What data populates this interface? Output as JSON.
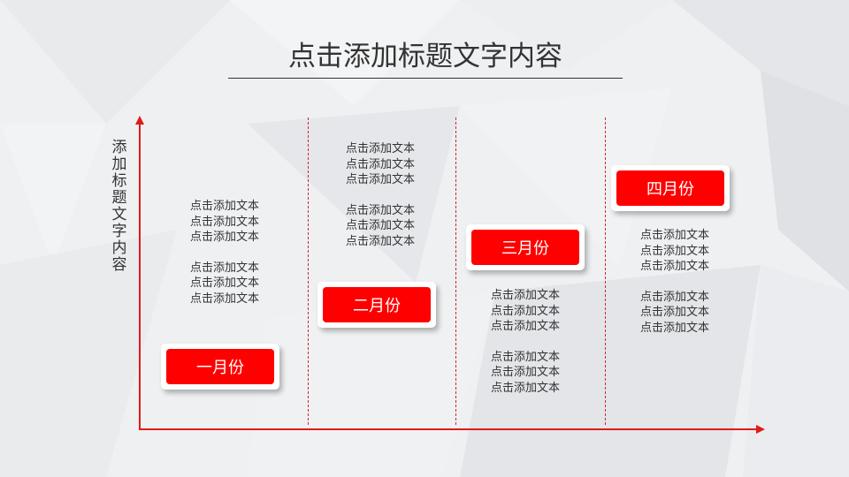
{
  "title": "点击添加标题文字内容",
  "y_axis_label": "添加标题文字内容",
  "colors": {
    "accent": "#fe0000",
    "axis": "#e21a1a",
    "dash": "#d0233a",
    "text": "#333333"
  },
  "columns": [
    {
      "month": "一月份",
      "text_groups": [
        [
          "点击添加文本",
          "点击添加文本",
          "点击添加文本"
        ],
        [
          "点击添加文本",
          "点击添加文本",
          "点击添加文本"
        ]
      ]
    },
    {
      "month": "二月份",
      "text_groups": [
        [
          "点击添加文本",
          "点击添加文本",
          "点击添加文本"
        ],
        [
          "点击添加文本",
          "点击添加文本",
          "点击添加文本"
        ]
      ]
    },
    {
      "month": "三月份",
      "text_groups": [
        [
          "点击添加文本",
          "点击添加文本",
          "点击添加文本"
        ],
        [
          "点击添加文本",
          "点击添加文本",
          "点击添加文本"
        ]
      ]
    },
    {
      "month": "四月份",
      "text_groups": [
        [
          "点击添加文本",
          "点击添加文本",
          "点击添加文本"
        ],
        [
          "点击添加文本",
          "点击添加文本",
          "点击添加文本"
        ]
      ]
    }
  ]
}
